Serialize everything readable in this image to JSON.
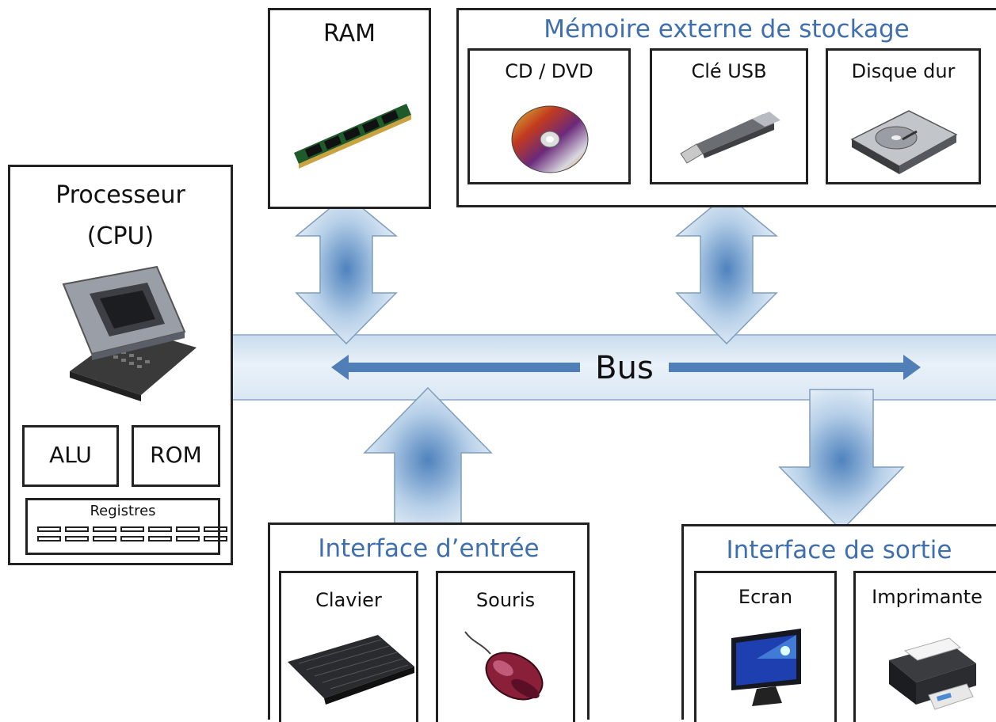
{
  "processor": {
    "title_line1": "Processeur",
    "title_line2": "(CPU)",
    "alu": "ALU",
    "rom": "ROM",
    "registers": "Registres"
  },
  "ram": {
    "title": "RAM"
  },
  "storage": {
    "title": "Mémoire externe de stockage",
    "cd": "CD / DVD",
    "usb": "Clé USB",
    "hdd": "Disque dur"
  },
  "bus": {
    "label": "Bus"
  },
  "input": {
    "title": "Interface d’entrée",
    "keyboard": "Clavier",
    "mouse": "Souris"
  },
  "output": {
    "title": "Interface de sortie",
    "screen": "Ecran",
    "printer": "Imprimante"
  },
  "colors": {
    "accent": "#3f6fae",
    "border": "#222222",
    "arrow": "#4f7fb6"
  }
}
